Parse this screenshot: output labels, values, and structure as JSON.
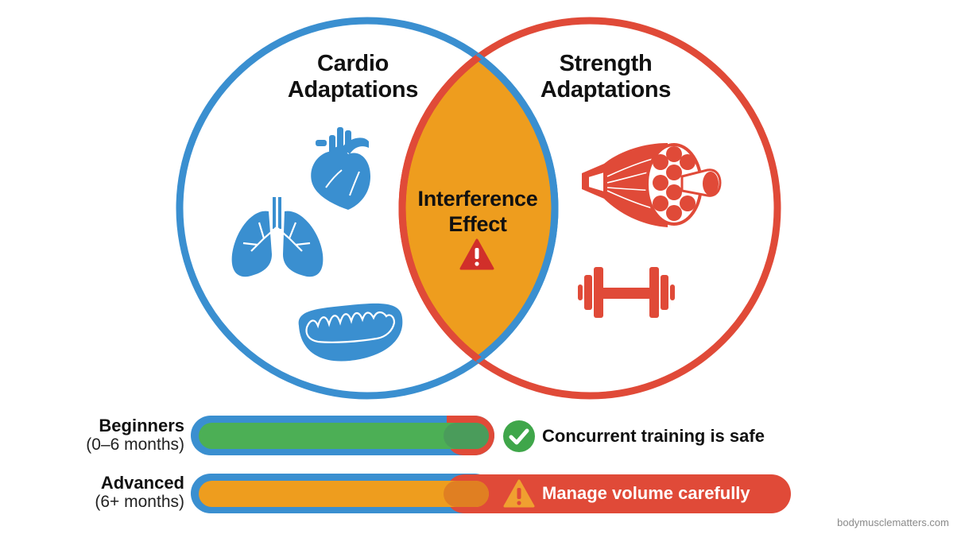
{
  "venn": {
    "left_circle": {
      "title_line1": "Cardio",
      "title_line2": "Adaptations",
      "color": "#3a8fd0",
      "icons": [
        "heart-icon",
        "lungs-icon",
        "mitochondria-icon"
      ]
    },
    "right_circle": {
      "title_line1": "Strength",
      "title_line2": "Adaptations",
      "color": "#e04a38",
      "icons": [
        "muscle-fiber-icon",
        "dumbbell-icon"
      ]
    },
    "overlap": {
      "title_line1": "Interference",
      "title_line2": "Effect",
      "fill_color": "#ee9d1e",
      "icon": "warning-icon"
    }
  },
  "rows": [
    {
      "label": "Beginners",
      "sublabel": "(0–6 months)",
      "bar_color": "#4caf55",
      "message": "Concurrent training is safe",
      "message_icon": "check-circle-icon"
    },
    {
      "label": "Advanced",
      "sublabel": "(6+ months)",
      "bar_color": "#ee9d1e",
      "message": "Manage volume carefully",
      "message_icon": "warning-icon"
    }
  ],
  "colors": {
    "cardio_blue": "#3a8fd0",
    "strength_red": "#e04a38",
    "interference_orange": "#ee9d1e",
    "safe_green": "#4caf55"
  },
  "credit": "bodymusclematters.com"
}
